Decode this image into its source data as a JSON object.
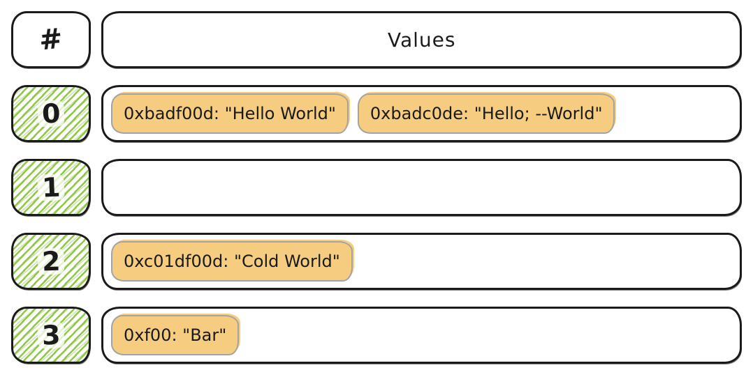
{
  "diagram": {
    "header": {
      "index_label": "#",
      "values_label": "Values"
    },
    "rows": [
      {
        "index": "0",
        "chips": [
          {
            "text": "0xbadf00d: \"Hello World\""
          },
          {
            "text": "0xbadc0de: \"Hello; --World\""
          }
        ]
      },
      {
        "index": "1",
        "chips": []
      },
      {
        "index": "2",
        "chips": [
          {
            "text": "0xc01df00d: \"Cold World\""
          }
        ]
      },
      {
        "index": "3",
        "chips": [
          {
            "text": "0xf00: \"Bar\""
          }
        ]
      }
    ],
    "colors": {
      "ink": "#1a1a1a",
      "hatch_green": "#8bc43e",
      "chip_fill": "#f6cd80",
      "chip_border": "#a3a3a3"
    }
  }
}
